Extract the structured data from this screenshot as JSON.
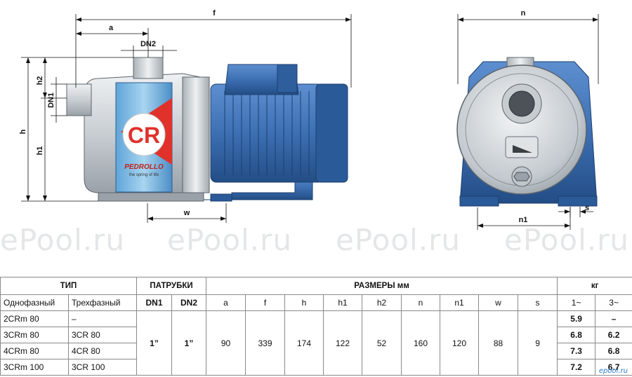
{
  "watermark": "ePool.ru",
  "drawing": {
    "side_labels": {
      "a": "a",
      "f": "f",
      "dn2": "DN2",
      "dn1": "DN1",
      "h": "h",
      "h1": "h1",
      "h2": "h2",
      "w": "w"
    },
    "front_labels": {
      "n": "n",
      "n1": "n1",
      "s": "s"
    },
    "badge_text": "CR",
    "brand_text": "PEDROLLO",
    "brand_tagline": "the spring of life"
  },
  "table": {
    "header": {
      "type": "ТИП",
      "ports": "ПАТРУБКИ",
      "dimensions": "РАЗМЕРЫ мм",
      "weight": "кг"
    },
    "subheader": {
      "single_phase": "Однофазный",
      "three_phase": "Трехфазный",
      "dn1": "DN1",
      "dn2": "DN2",
      "a": "a",
      "f": "f",
      "h": "h",
      "h1": "h1",
      "h2": "h2",
      "n": "n",
      "n1": "n1",
      "w": "w",
      "s": "s",
      "w1": "1~",
      "w3": "3~"
    },
    "shared": {
      "dn1": "1”",
      "dn2": "1”",
      "a": "90",
      "f": "339",
      "h": "174",
      "h1": "122",
      "h2": "52",
      "n": "160",
      "n1": "120",
      "w": "88",
      "s": "9"
    },
    "rows": [
      {
        "single": "2CRm 80",
        "three": "–",
        "w1": "5.9",
        "w3": "–"
      },
      {
        "single": "3CRm 80",
        "three": "3CR 80",
        "w1": "6.8",
        "w3": "6.2"
      },
      {
        "single": "4CRm 80",
        "three": "4CR 80",
        "w1": "7.3",
        "w3": "6.8"
      },
      {
        "single": "3CRm 100",
        "three": "3CR 100",
        "w1": "7.2",
        "w3": "6.7"
      }
    ]
  },
  "credit": "epool.ru",
  "colors": {
    "pump_blue": "#3d6fb3",
    "pump_dark": "#24507f",
    "steel": "#d5dade",
    "badge_red": "#e0312b"
  }
}
